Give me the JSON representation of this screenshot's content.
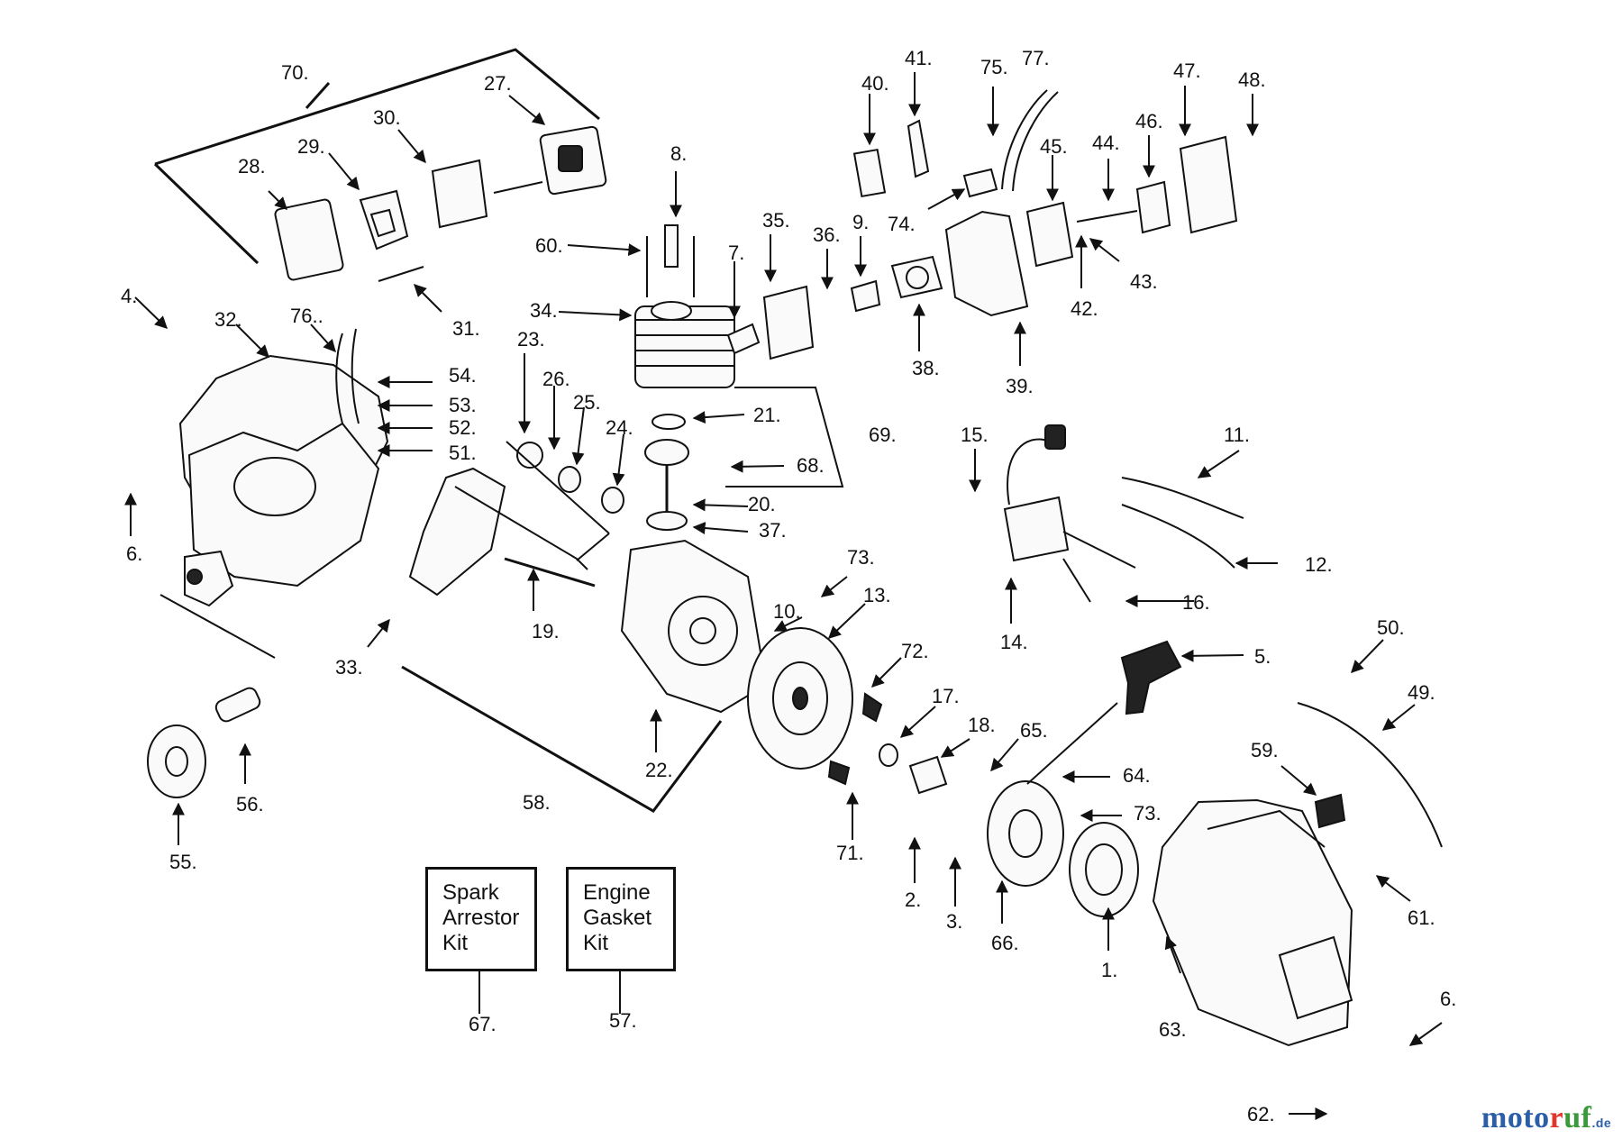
{
  "callouts": [
    {
      "id": "70",
      "text": "70."
    },
    {
      "id": "27",
      "text": "27."
    },
    {
      "id": "30",
      "text": "30."
    },
    {
      "id": "29",
      "text": "29."
    },
    {
      "id": "28",
      "text": "28."
    },
    {
      "id": "31",
      "text": "31."
    },
    {
      "id": "4",
      "text": "4."
    },
    {
      "id": "32",
      "text": "32."
    },
    {
      "id": "76",
      "text": "76.."
    },
    {
      "id": "54",
      "text": "54."
    },
    {
      "id": "53",
      "text": "53."
    },
    {
      "id": "52",
      "text": "52."
    },
    {
      "id": "51",
      "text": "51."
    },
    {
      "id": "6a",
      "text": "6."
    },
    {
      "id": "33",
      "text": "33."
    },
    {
      "id": "55",
      "text": "55."
    },
    {
      "id": "56",
      "text": "56."
    },
    {
      "id": "8",
      "text": "8."
    },
    {
      "id": "60",
      "text": "60."
    },
    {
      "id": "34",
      "text": "34."
    },
    {
      "id": "23",
      "text": "23."
    },
    {
      "id": "26",
      "text": "26."
    },
    {
      "id": "25",
      "text": "25."
    },
    {
      "id": "24",
      "text": "24."
    },
    {
      "id": "21",
      "text": "21."
    },
    {
      "id": "69",
      "text": "69."
    },
    {
      "id": "68",
      "text": "68."
    },
    {
      "id": "20",
      "text": "20."
    },
    {
      "id": "37",
      "text": "37."
    },
    {
      "id": "19",
      "text": "19."
    },
    {
      "id": "58",
      "text": "58."
    },
    {
      "id": "22",
      "text": "22."
    },
    {
      "id": "7",
      "text": "7."
    },
    {
      "id": "35",
      "text": "35."
    },
    {
      "id": "36",
      "text": "36."
    },
    {
      "id": "9",
      "text": "9."
    },
    {
      "id": "38",
      "text": "38."
    },
    {
      "id": "40",
      "text": "40."
    },
    {
      "id": "41",
      "text": "41."
    },
    {
      "id": "74",
      "text": "74."
    },
    {
      "id": "75",
      "text": "75."
    },
    {
      "id": "77",
      "text": "77."
    },
    {
      "id": "39",
      "text": "39."
    },
    {
      "id": "45",
      "text": "45."
    },
    {
      "id": "44",
      "text": "44."
    },
    {
      "id": "46",
      "text": "46."
    },
    {
      "id": "47",
      "text": "47."
    },
    {
      "id": "48",
      "text": "48."
    },
    {
      "id": "42",
      "text": "42."
    },
    {
      "id": "43",
      "text": "43."
    },
    {
      "id": "15",
      "text": "15."
    },
    {
      "id": "11",
      "text": "11."
    },
    {
      "id": "12",
      "text": "12."
    },
    {
      "id": "14",
      "text": "14."
    },
    {
      "id": "16",
      "text": "16."
    },
    {
      "id": "73a",
      "text": "73."
    },
    {
      "id": "10",
      "text": "10."
    },
    {
      "id": "13",
      "text": "13."
    },
    {
      "id": "72",
      "text": "72."
    },
    {
      "id": "17",
      "text": "17."
    },
    {
      "id": "18",
      "text": "18."
    },
    {
      "id": "65",
      "text": "65."
    },
    {
      "id": "71",
      "text": "71."
    },
    {
      "id": "2",
      "text": "2."
    },
    {
      "id": "3",
      "text": "3."
    },
    {
      "id": "64",
      "text": "64."
    },
    {
      "id": "73b",
      "text": "73."
    },
    {
      "id": "66",
      "text": "66."
    },
    {
      "id": "1",
      "text": "1."
    },
    {
      "id": "5",
      "text": "5."
    },
    {
      "id": "50",
      "text": "50."
    },
    {
      "id": "49",
      "text": "49."
    },
    {
      "id": "59",
      "text": "59."
    },
    {
      "id": "61",
      "text": "61."
    },
    {
      "id": "63",
      "text": "63."
    },
    {
      "id": "6b",
      "text": "6."
    },
    {
      "id": "62",
      "text": "62."
    },
    {
      "id": "67",
      "text": "67."
    },
    {
      "id": "57",
      "text": "57."
    }
  ],
  "kits": {
    "spark": "Spark\nArrestor\nKit",
    "gasket": "Engine\nGasket\nKit"
  },
  "watermark": {
    "part1": "moto",
    "part2": "r",
    "part3": "uf",
    "suffix": ".de"
  },
  "colors": {
    "line": "#111111",
    "background": "#ffffff",
    "brand_blue": "#2b5ea8",
    "brand_red": "#e1372b",
    "brand_green": "#3a9a3a"
  }
}
